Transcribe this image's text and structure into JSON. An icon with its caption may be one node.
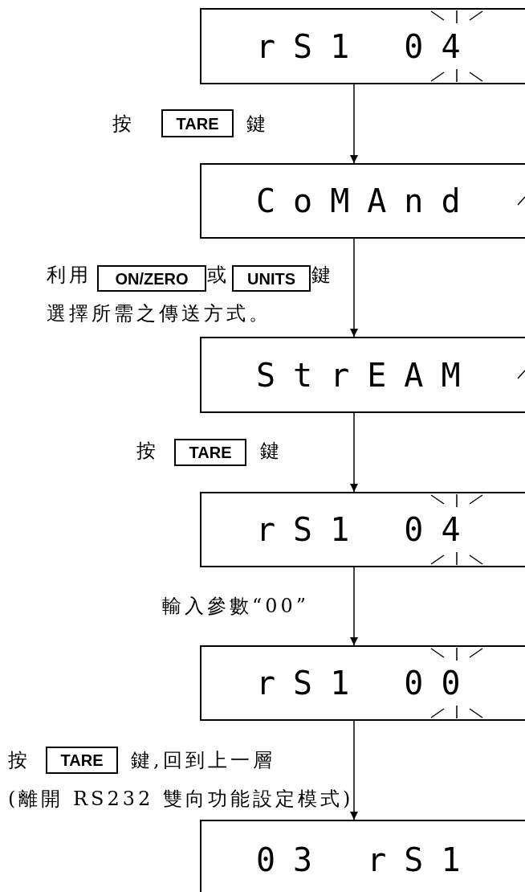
{
  "diagram": {
    "nodes": [
      {
        "text": [
          "rS1 04"
        ]
      },
      {
        "text": [
          "TARE"
        ]
      },
      {
        "text": [
          "CoMAnd"
        ]
      },
      {
        "text": [
          "ON/ZERO"
        ]
      },
      {
        "text": [
          "UNITS"
        ]
      },
      {
        "text": [
          "StrEAM"
        ]
      },
      {
        "text": [
          "TARE"
        ]
      },
      {
        "text": [
          "rS1 04"
        ]
      },
      {
        "text": [
          "rS1 00"
        ]
      },
      {
        "text": [
          "TARE"
        ]
      },
      {
        "text": [
          "03 rS1"
        ]
      }
    ],
    "edges": [
      {
        "from": 0,
        "to": 2,
        "arrow": "to"
      },
      {
        "from": 2,
        "to": 5,
        "arrow": "to"
      },
      {
        "from": 5,
        "to": 7,
        "arrow": "to"
      },
      {
        "from": 7,
        "to": 8,
        "arrow": "to"
      },
      {
        "from": 8,
        "to": 10,
        "arrow": "to"
      }
    ],
    "labels": [
      "按",
      "鍵",
      "利用",
      "或",
      "鍵",
      "選擇所需之傳送方式。",
      "按",
      "鍵",
      "輸入參數“00”",
      "按",
      "鍵,回到上一層",
      "(離開 RS232 雙向功能設定模式)"
    ]
  }
}
